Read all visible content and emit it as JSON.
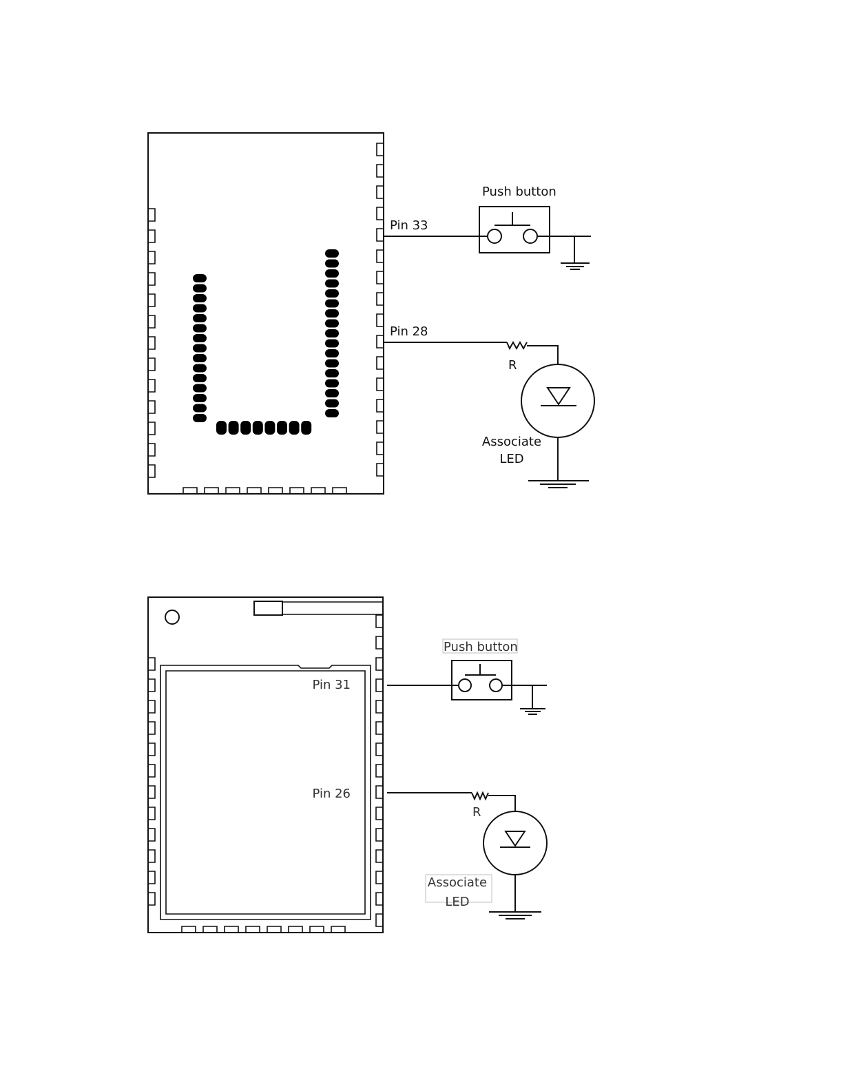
{
  "diagram1": {
    "button_label": "Push button",
    "pin_button": "Pin 33",
    "pin_led": "Pin 28",
    "resistor_label": "R",
    "led_label_line1": "Associate",
    "led_label_line2": "LED"
  },
  "diagram2": {
    "button_label": "Push button",
    "pin_button": "Pin 31",
    "pin_led": "Pin 26",
    "resistor_label": "R",
    "led_label_line1": "Associate",
    "led_label_line2": "LED"
  },
  "icons": {
    "button": "push-button-icon",
    "resistor": "resistor-icon",
    "led": "led-icon",
    "ground": "ground-icon"
  }
}
